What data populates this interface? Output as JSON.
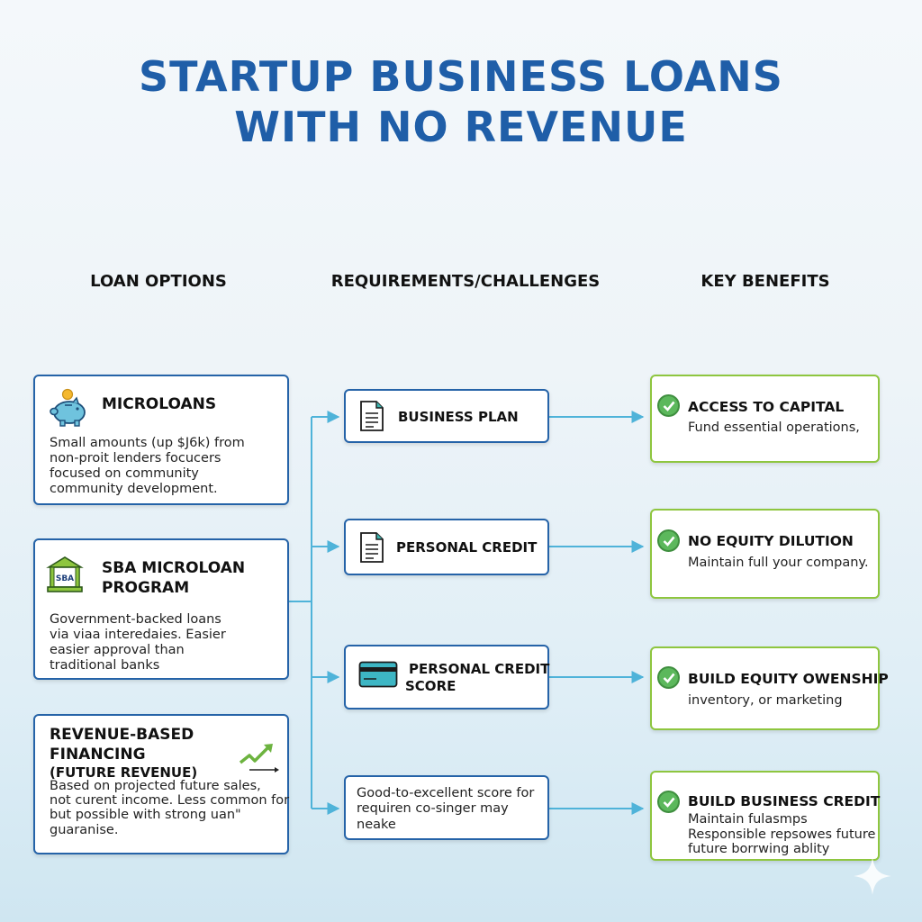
{
  "title": {
    "line1": "STARTUP BUSINESS LOANS",
    "line2": "WITH NO REVENUE"
  },
  "columns": {
    "loan_options": "LOAN OPTIONS",
    "requirements": "REQUIREMENTS/CHALLENGES",
    "benefits": "KEY BENEFITS"
  },
  "loans": [
    {
      "title_lines": [
        "MICROLOANS"
      ],
      "desc_lines": [
        "Small amounts (up $J6k) from",
        "non-proit lenders focucers",
        "focused on community",
        "community development."
      ],
      "icon": "piggy-bank-icon"
    },
    {
      "title_lines": [
        "SBA MICROLOAN",
        "PROGRAM"
      ],
      "desc_lines": [
        "Government-backed loans",
        "via viaa interedaies. Easier",
        "easier approval than",
        "traditional banks"
      ],
      "icon": "bank-building-icon",
      "icon_text": "SBA"
    },
    {
      "title_lines": [
        "REVENUE-BASED",
        "FINANCING"
      ],
      "subtitle": "(FUTURE REVENUE)",
      "desc_lines": [
        "Based on projected future sales,",
        "not curent income. Less common for",
        "but possible with strong uan\"",
        "guaranise."
      ],
      "icon": "growth-chart-icon"
    }
  ],
  "requirements": [
    {
      "label_lines": [
        "BUSINESS PLAN"
      ],
      "icon": "document-icon"
    },
    {
      "label_lines": [
        "PERSONAL CREDIT"
      ],
      "icon": "document-icon"
    },
    {
      "label_lines": [
        "PERSONAL CREDIT",
        "SCORE"
      ],
      "icon": "credit-card-icon"
    },
    {
      "text_lines": [
        "Good-to-excellent score for",
        "requiren co-singer may",
        "neake"
      ]
    }
  ],
  "benefits": [
    {
      "title": "ACCESS TO CAPITAL",
      "desc_lines": [
        "Fund essential operations,"
      ]
    },
    {
      "title": "NO EQUITY DILUTION",
      "desc_lines": [
        "Maintain full your company."
      ]
    },
    {
      "title": "BUILD EQUITY OWENSHIP",
      "desc_lines": [
        "inventory, or marketing"
      ]
    },
    {
      "title": "BUILD BUSINESS CREDIT",
      "desc_lines": [
        "Maintain fulasmps",
        "Responsible repsowes future",
        "future borrwing ablity"
      ]
    }
  ],
  "colors": {
    "title": "#1f5ea8",
    "card_border_blue": "#2563a8",
    "card_border_green": "#8ec63f",
    "connector": "#4fb3d9",
    "check": "#5cb85c"
  }
}
